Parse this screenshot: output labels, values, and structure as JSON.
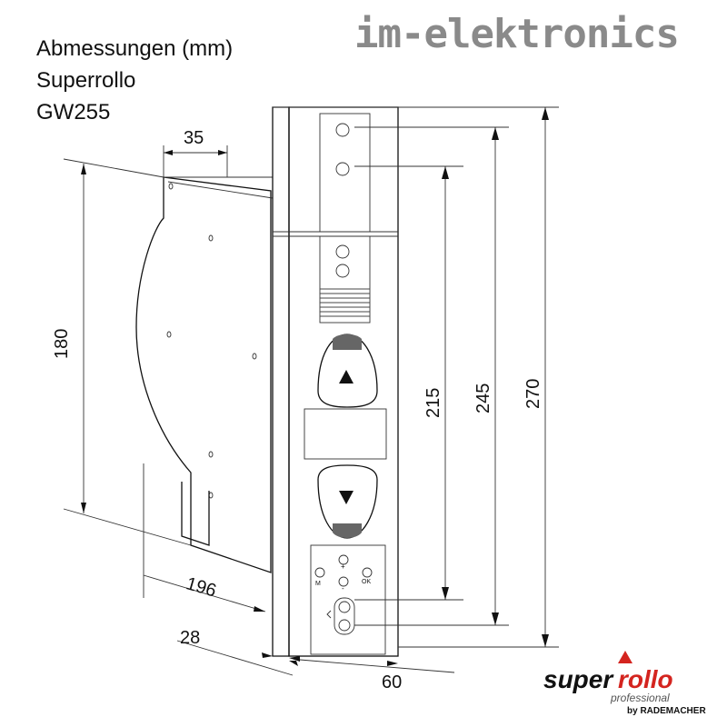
{
  "header": {
    "title_line1": "Abmessungen (mm)",
    "title_line2": "Superrollo",
    "title_line3": "GW255"
  },
  "brand": {
    "name": "im-elektronics",
    "color": "#8a8a8a"
  },
  "dimensions": {
    "top_depth": "35",
    "side_height": "180",
    "bottom_depth": "196",
    "front_depth": "28",
    "front_width": "60",
    "height_1": "215",
    "height_2": "245",
    "height_3": "270"
  },
  "device": {
    "button_m": "M",
    "button_ok": "OK",
    "button_plus": "+",
    "button_minus": "-"
  },
  "logo": {
    "part1": "super",
    "part2": "rollo",
    "subtitle": "professional",
    "by": "by RADEMACHER",
    "accent_color": "#d4241f"
  }
}
